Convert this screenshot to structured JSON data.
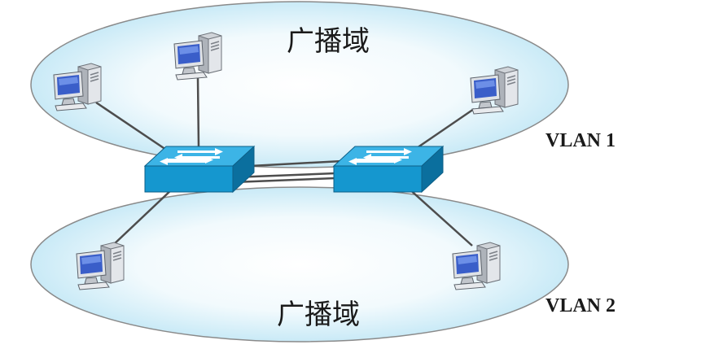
{
  "domains": [
    {
      "id": "top",
      "label": "广播域",
      "vlan": "VLAN 1"
    },
    {
      "id": "bottom",
      "label": "广播域",
      "vlan": "VLAN 2"
    }
  ],
  "colors": {
    "ellipse_fill_center": "#ffffff",
    "ellipse_fill_edge": "#bfe6f5",
    "ellipse_stroke": "#8a8a8a",
    "switch_top": "#3cb4e6",
    "switch_front": "#1597cf",
    "switch_side": "#0b6f9e",
    "cable": "#4d4d4d"
  },
  "icons": {
    "switch": "network-switch-icon",
    "computer": "desktop-computer-icon"
  }
}
